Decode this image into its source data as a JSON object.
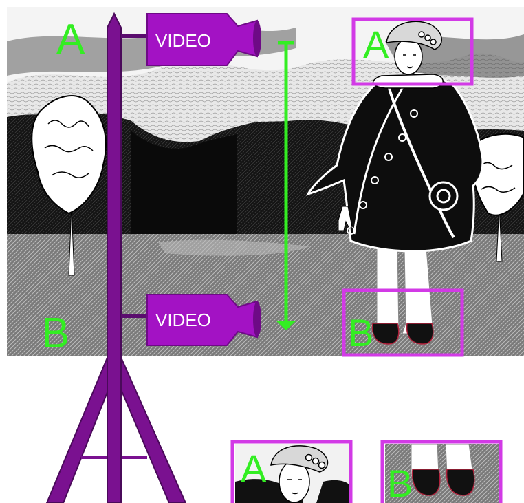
{
  "colors": {
    "accent_green": "#33ee22",
    "frame_magenta": "#d23ae6",
    "tripod_purple": "#7a1190",
    "camera_purple": "#a312c4",
    "camera_dark": "#6e0a86"
  },
  "cameras": {
    "top_label": "VIDEO",
    "bottom_label": "VIDEO"
  },
  "labels": {
    "pole_top": "A",
    "pole_bottom": "B",
    "head_frame": "A",
    "feet_frame": "B",
    "crop_head": "A",
    "crop_feet": "B"
  }
}
